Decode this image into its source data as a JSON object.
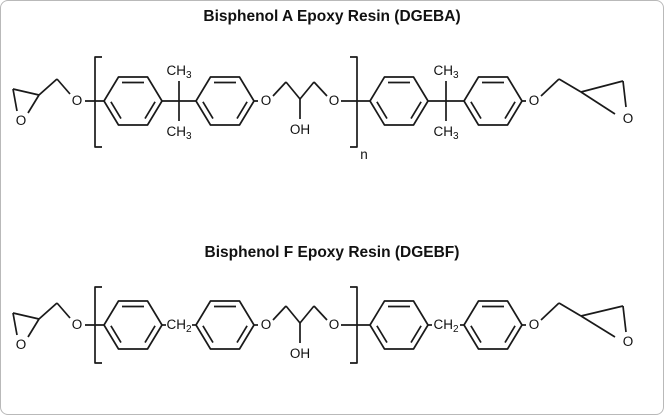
{
  "dgeba": {
    "title": "Bisphenol A Epoxy Resin (DGEBA)"
  },
  "dgebf": {
    "title": "Bisphenol F Epoxy Resin (DGEBF)"
  },
  "labels": {
    "oxygen": "O",
    "hydroxyl": "OH",
    "ch": "CH",
    "sub3": "3",
    "sub2": "2",
    "repeat": "n"
  },
  "colors": {
    "bond": "#1a1a1a",
    "text": "#111111",
    "background": "#ffffff",
    "frame_border": "#b9b9b9"
  }
}
